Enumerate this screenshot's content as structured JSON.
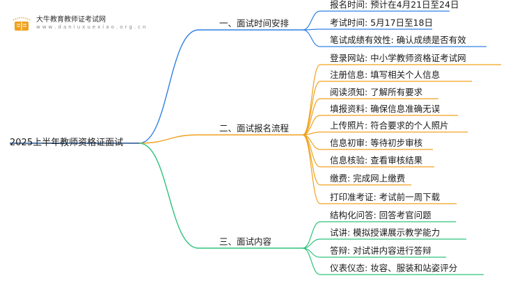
{
  "logo": {
    "title": "大牛教育教师证考试网",
    "url": "w w w . d a n i u x u e x i a o . o r g . c n",
    "icon": "open-book-icon"
  },
  "root": {
    "label": "2025上半年教师资格证面试"
  },
  "colors": {
    "blue": "#2f7fe6",
    "orange": "#f0a11c",
    "green": "#2ec27a",
    "root_line": "#1f4f8a"
  },
  "branches": [
    {
      "label": "一、面试时间安排",
      "color": "blue",
      "leaves": [
        "报名时间: 预计在4月21日至24日",
        "考试时间: 5月17日至18日",
        "笔试成绩有效性: 确认成绩是否有效"
      ]
    },
    {
      "label": "二、面试报名流程",
      "color": "orange",
      "leaves": [
        "登录网站: 中小学教师资格证考试网",
        "注册信息: 填写相关个人信息",
        "阅读须知: 了解所有要求",
        "填报资料: 确保信息准确无误",
        "上传照片: 符合要求的个人照片",
        "信息初审: 等待初步审核",
        "信息核验: 查看审核结果",
        "缴费: 完成网上缴费",
        "打印准考证: 考试前一周下载"
      ]
    },
    {
      "label": "三、面试内容",
      "color": "green",
      "leaves": [
        "结构化问答: 回答考官问题",
        "试讲: 模拟授课展示教学能力",
        "答辩: 对试讲内容进行答辩",
        "仪表仪态: 妆容、服装和站姿评分"
      ]
    }
  ]
}
